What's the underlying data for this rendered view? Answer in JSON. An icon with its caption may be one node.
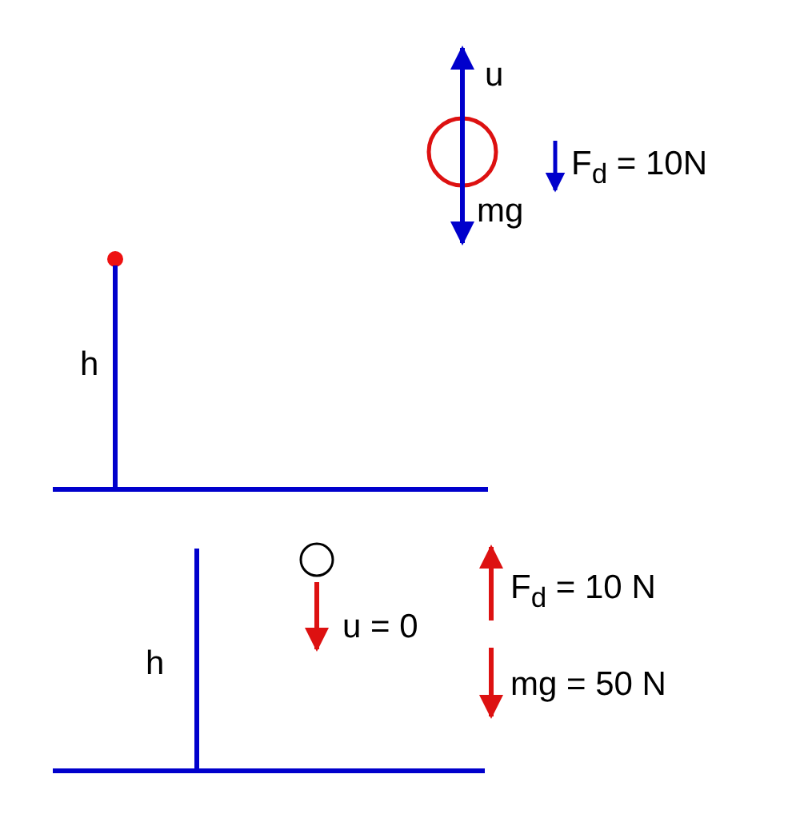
{
  "diagram": {
    "labels": [
      "u",
      "F$_{d}$ = 10N",
      "mg",
      "h",
      "F$_{d}$ = 10 N",
      "u = 0",
      "h",
      "mg = 50 N"
    ]
  }
}
